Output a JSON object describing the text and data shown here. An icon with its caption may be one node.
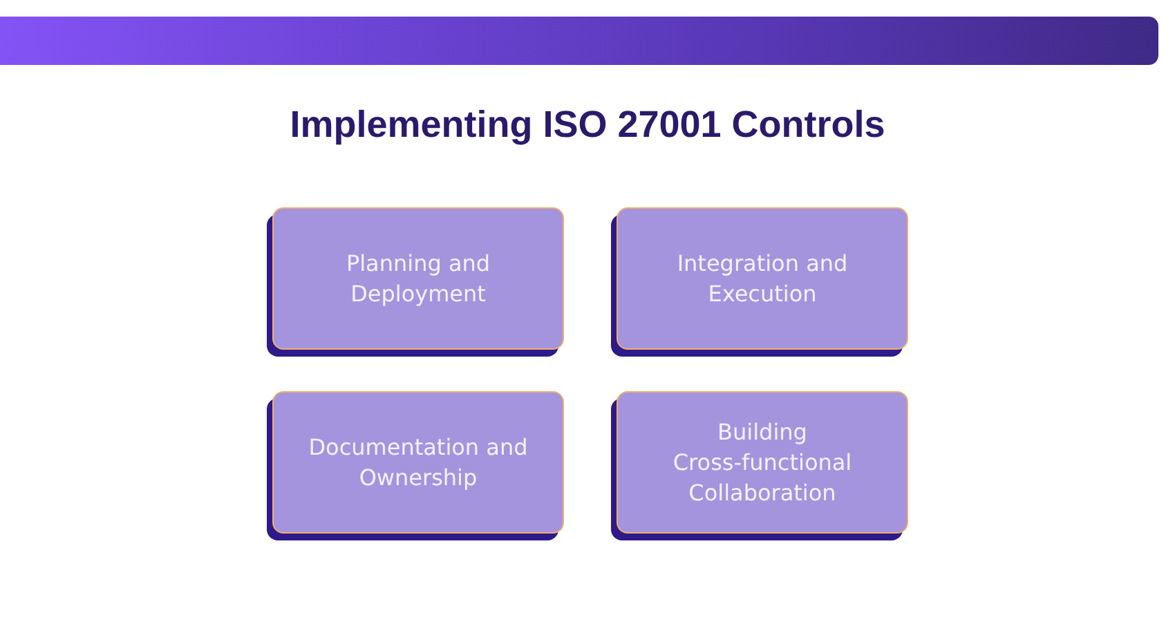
{
  "diagram": {
    "title": "Implementing ISO 27001 Controls",
    "nodes": [
      {
        "text": [
          "Planning and Deployment"
        ]
      },
      {
        "text": [
          "Integration and Execution"
        ]
      },
      {
        "text": [
          "Documentation and Ownership"
        ]
      },
      {
        "text": [
          "Building Cross-functional Collaboration"
        ]
      }
    ]
  }
}
